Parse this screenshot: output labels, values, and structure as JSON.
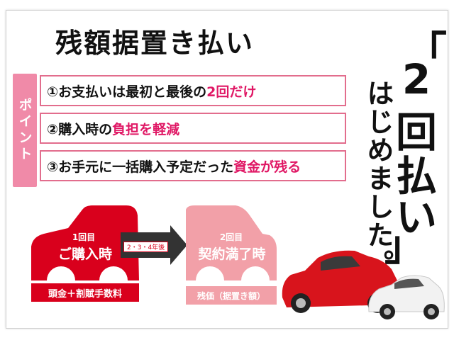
{
  "title": "残額据置き払い",
  "point_tab": "ポイント",
  "points": [
    {
      "pre": "①お支払いは最初と最後の",
      "hl": "2回だけ",
      "post": ""
    },
    {
      "pre": "②購入時の",
      "hl": "負担を軽減",
      "post": ""
    },
    {
      "pre": "③お手元に一括購入予定だった",
      "hl": "資金が残る",
      "post": ""
    }
  ],
  "side": {
    "bracket_open": "「",
    "big": [
      "2",
      "回",
      "払",
      "い"
    ],
    "bracket_close": "」",
    "vertical": "はじめました。"
  },
  "flow": {
    "first": {
      "count": "1回目",
      "label": "ご購入時",
      "caption": "頭金＋割賦手数料"
    },
    "arrow": "2・3・4年後",
    "second": {
      "count": "2回目",
      "label": "契約満了時",
      "caption": "残価（据置き額）"
    }
  },
  "colors": {
    "accent": "#e01865",
    "red": "#d9001c",
    "pink": "#f08aa8",
    "light_pink": "#f2a0a8"
  }
}
